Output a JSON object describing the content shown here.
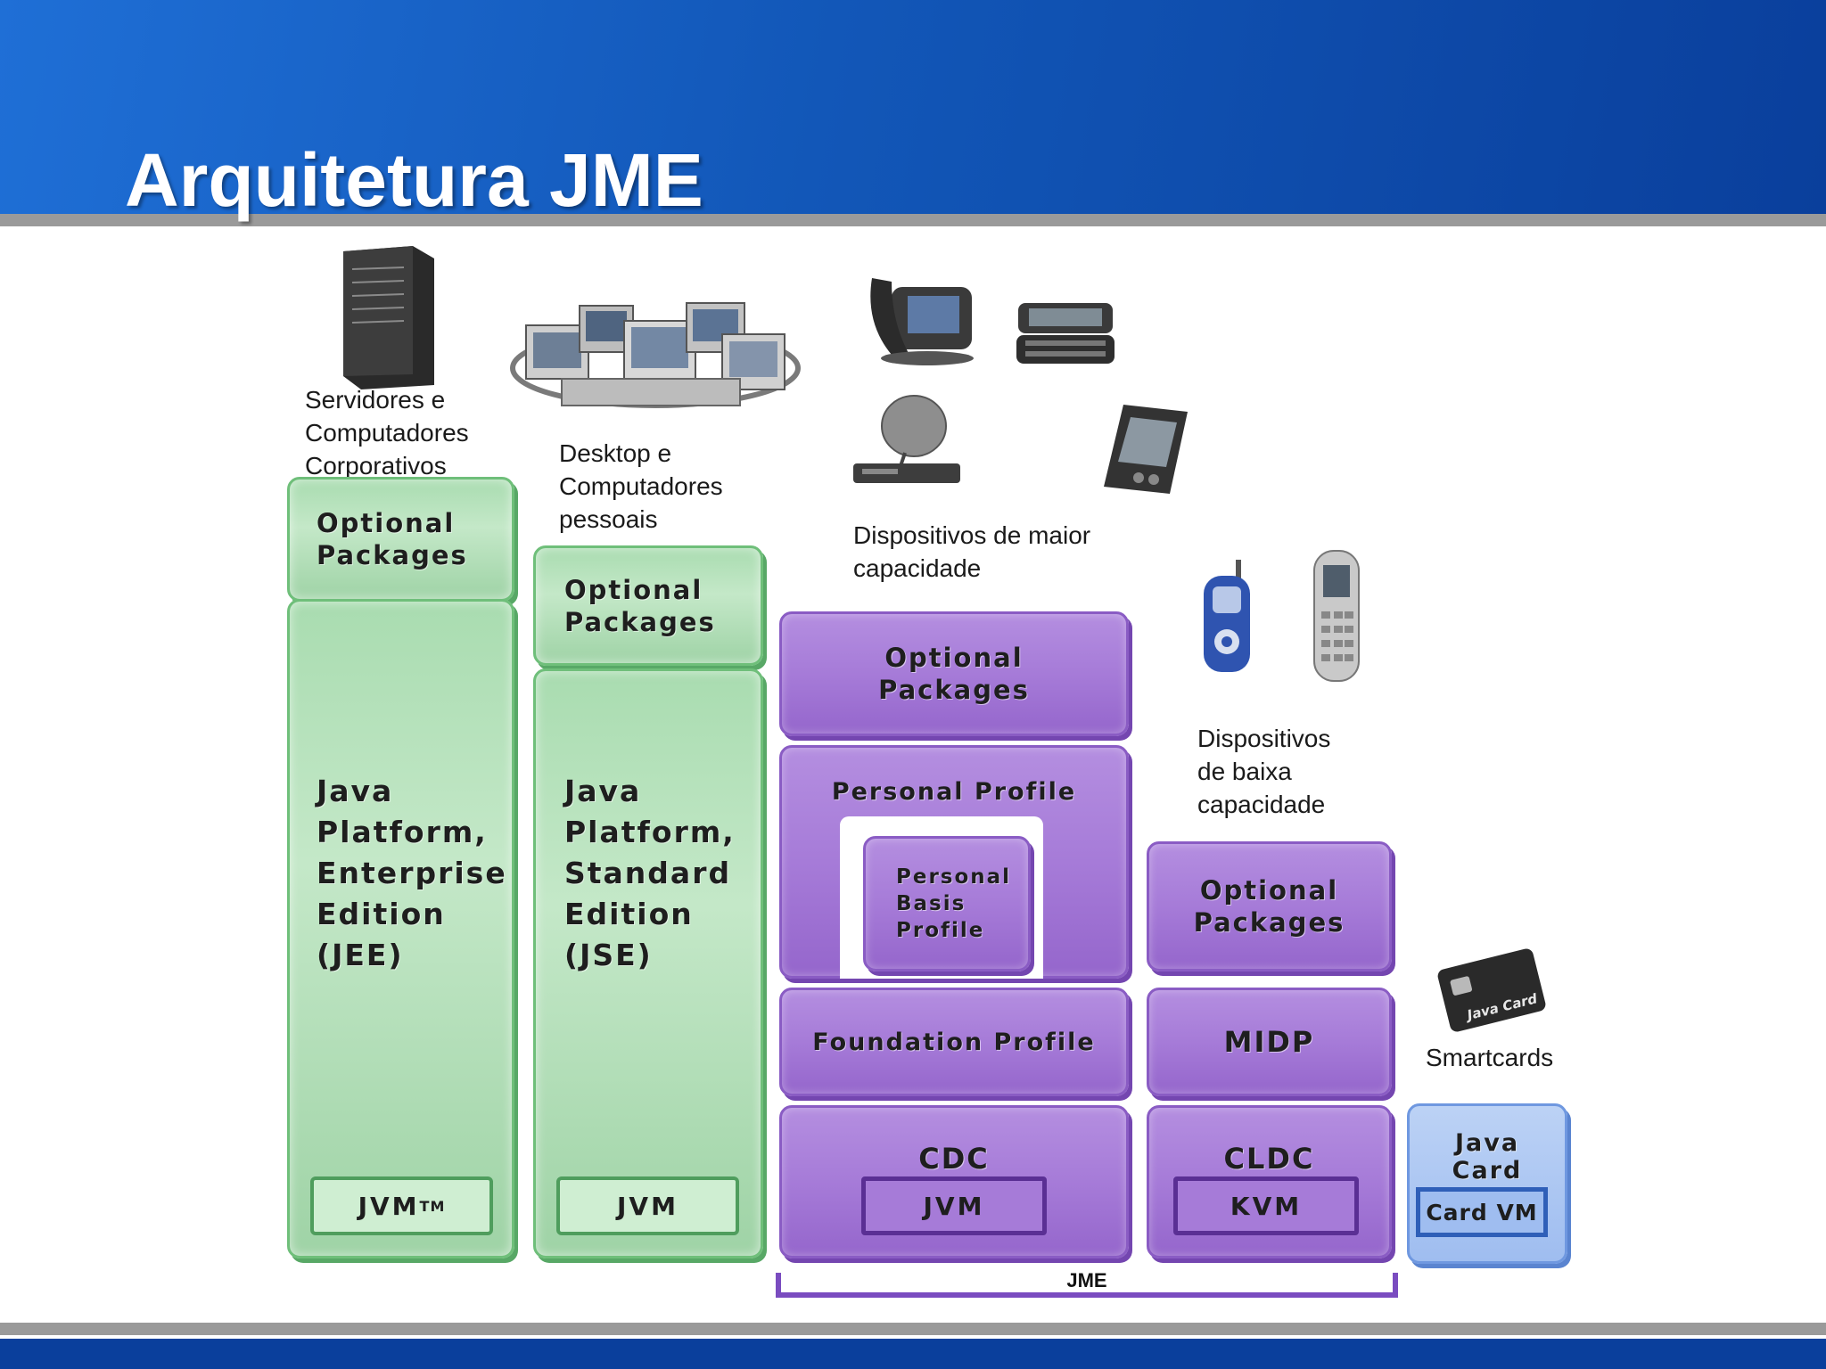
{
  "slide": {
    "title": "Arquitetura JME"
  },
  "captions": {
    "servers": "Servidores e\nComputadores\nCorporativos",
    "desktop": "Desktop e\nComputadores\npessoais",
    "high_capacity": "Dispositivos de maior\ncapacidade",
    "low_capacity": "Dispositivos\nde baixa\ncapacidade",
    "smartcards": "Smartcards"
  },
  "jee": {
    "optional": "Optional\nPackages",
    "platform": "Java\nPlatform,\nEnterprise\nEdition\n(JEE)",
    "vm": "JVM",
    "vm_sup": "TM"
  },
  "jse": {
    "optional": "Optional\nPackages",
    "platform": "Java\nPlatform,\nStandard\nEdition\n(JSE)",
    "vm": "JVM"
  },
  "cdc": {
    "optional": "Optional\nPackages",
    "personal_profile": "Personal Profile",
    "personal_basis": "Personal\nBasis\nProfile",
    "foundation": "Foundation Profile",
    "config": "CDC",
    "vm": "JVM"
  },
  "cldc": {
    "optional": "Optional\nPackages",
    "profile": "MIDP",
    "config": "CLDC",
    "vm": "KVM"
  },
  "javacard": {
    "name": "Java\nCard",
    "vm": "Card VM",
    "card_label": "Java Card"
  },
  "jme_bracket_label": "JME",
  "colors": {
    "header_blue": "#1257b8",
    "green": "#a9dcb0",
    "purple": "#a67bd8",
    "blue": "#9fbdf0"
  }
}
